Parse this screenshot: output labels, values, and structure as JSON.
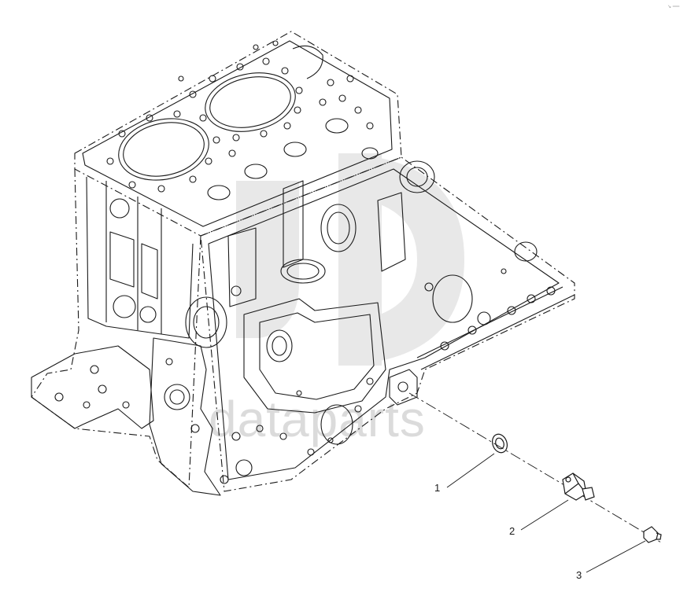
{
  "diagram": {
    "callouts": [
      {
        "id": "1",
        "label": "1"
      },
      {
        "id": "2",
        "label": "2"
      },
      {
        "id": "3",
        "label": "3"
      }
    ],
    "corner_mark": "↘ ══",
    "watermark": {
      "text": "dataparts",
      "color": "#d8d8d8"
    }
  },
  "colors": {
    "line": "#1a1a1a",
    "background": "#ffffff",
    "watermark": "#d8d8d8"
  }
}
